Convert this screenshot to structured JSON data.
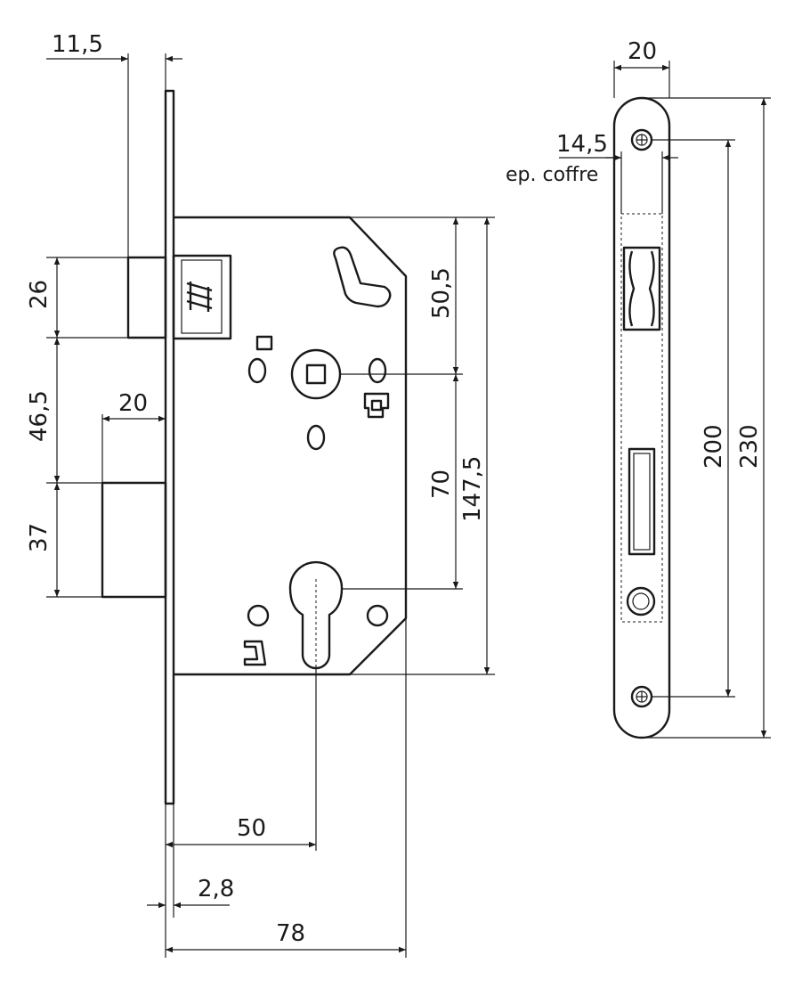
{
  "dimensions": {
    "backset_offset": "11,5",
    "latch_height": "26",
    "latch_to_bolt": "46,5",
    "bolt_projection": "20",
    "bolt_height": "37",
    "top_to_spindle": "50,5",
    "spindle_to_cylinder": "70",
    "case_height": "147,5",
    "backset": "50",
    "faceplate_thickness": "2,8",
    "case_depth": "78",
    "faceplate_width": "20",
    "case_thickness": "14,5",
    "case_thickness_label": "ep. coffre",
    "screw_spacing": "200",
    "faceplate_length": "230"
  }
}
